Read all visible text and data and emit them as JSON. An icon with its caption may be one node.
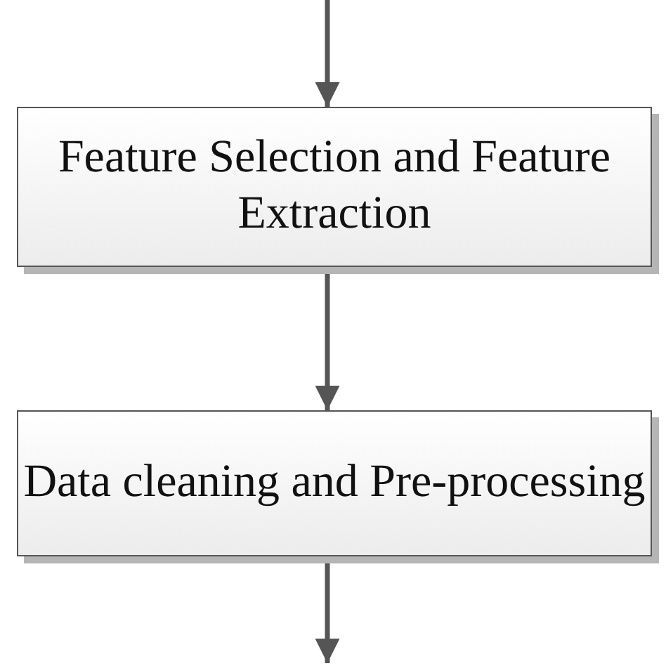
{
  "diagram": {
    "nodes": [
      {
        "text": [
          "Feature Selection and Feature Extraction"
        ]
      },
      {
        "text": [
          "Data cleaning and Pre-processing"
        ]
      }
    ],
    "edges": [
      {
        "from": null,
        "to": 0,
        "arrow": "to"
      },
      {
        "from": 0,
        "to": 1,
        "arrow": "to"
      },
      {
        "from": 1,
        "to": null,
        "arrow": "to"
      }
    ]
  }
}
